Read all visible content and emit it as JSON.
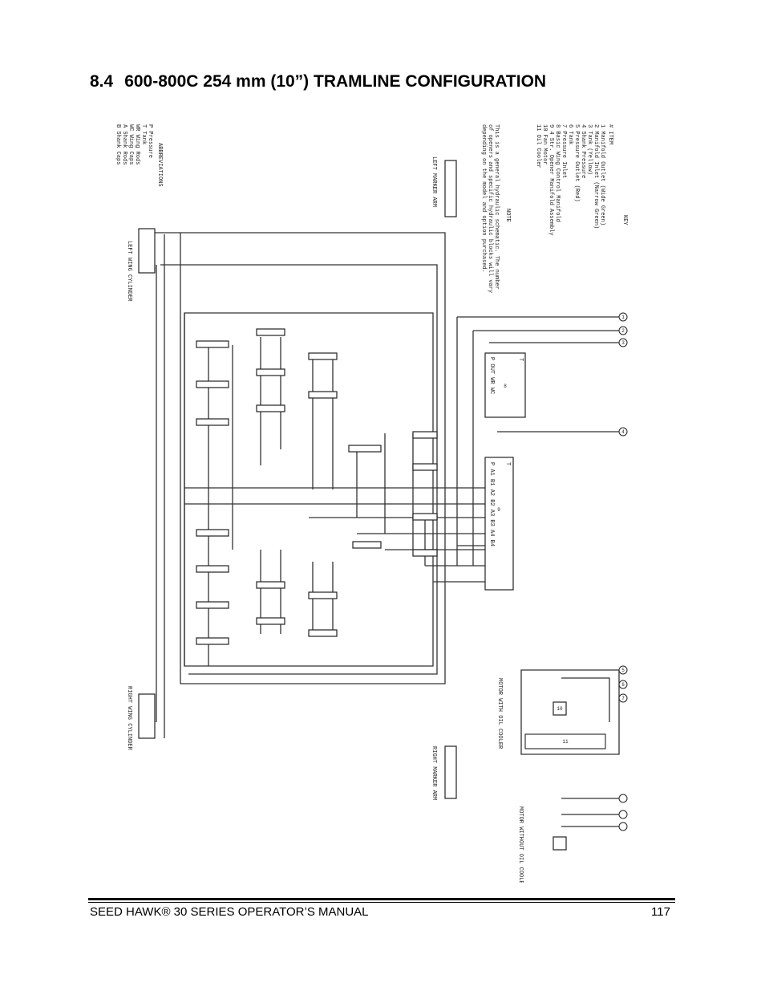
{
  "heading": {
    "number": "8.4",
    "title": "600-800C 254 mm (10”) TRAMLINE CONFIGURATION"
  },
  "diagram": {
    "key_title": "KEY",
    "item_header": "#      ITEM",
    "items": [
      "1    Manifold Outlet (Wide Green)",
      "2    Manifold Inlet (Narrow Green)",
      "3    Tank (Yellow)",
      "4    Shank Pressure",
      "5    Pressure Outlet (Red)",
      "6    Tank",
      "7    Pressure Inlet",
      "8    Basic Wing Control Manifold",
      "9    4 Str. Opener Manifold Assembly",
      "10   Fan Motor",
      "11   Oil Cooler"
    ],
    "abbreviations_title": "ABBREVIATIONS",
    "abbreviations": [
      "P     Pressure",
      "T     Tank",
      "WR    Wing Rods",
      "WC    Wing Caps",
      "A     Shank Rods",
      "B     Shank Caps"
    ],
    "note_title": "NOTE",
    "note_lines": [
      "This is a general hydraulic schematic. The number",
      "of openers and specific hydraulic blocks will vary",
      "depending on the model and option purchased."
    ],
    "left_marker_arm": "LEFT MARKER ARM",
    "right_marker_arm": "RIGHT MARKER ARM",
    "left_wing_cylinder": "LEFT WING CYLINDER",
    "right_wing_cylinder": "RIGHT WING CYLINDER",
    "motor_with_cooler": "MOTOR WITH OIL COOLER",
    "motor_without_cooler": "MOTOR WITHOUT OIL COOLER",
    "wing_manifold_ports": "P    OUT    WR    WC",
    "wing_manifold_t": "T",
    "shank_manifold_ports": "P    A1  B1  A2  B2  A3  B3  A4  B4",
    "shank_manifold_t": "T",
    "callouts": [
      "1",
      "2",
      "3",
      "4",
      "5",
      "6",
      "7",
      "8",
      "9",
      "10",
      "11"
    ]
  },
  "footer": {
    "manual": "SEED HAWK® 30 SERIES OPERATOR’S MANUAL",
    "page": "117"
  }
}
